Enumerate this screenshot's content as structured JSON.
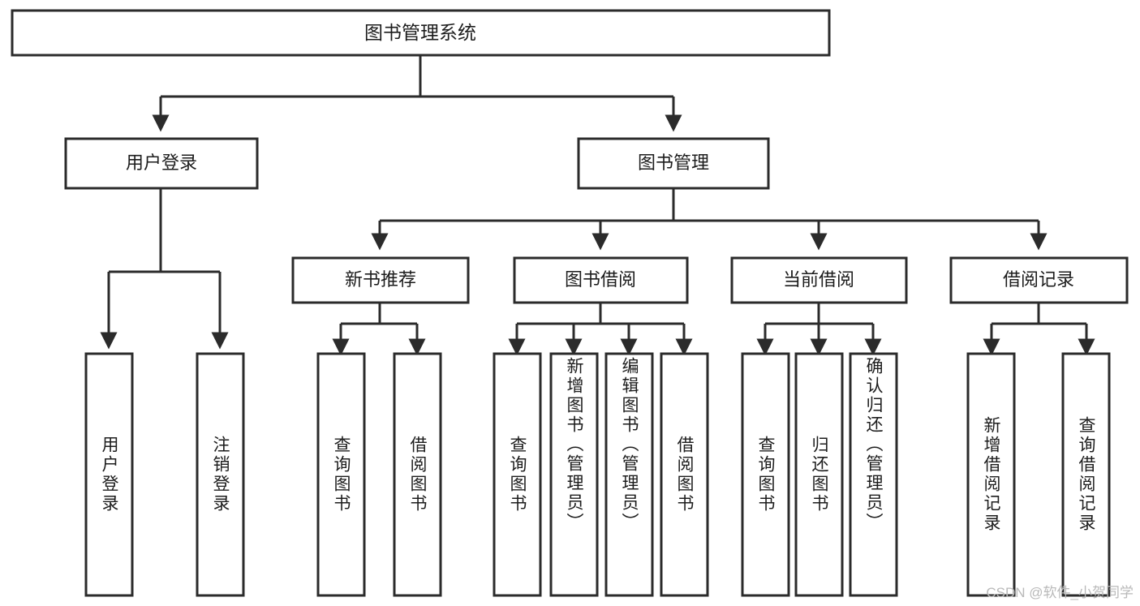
{
  "diagram": {
    "type": "tree",
    "title": "图书管理系统",
    "watermark": "CSDN @软件_小贺同学",
    "root": {
      "label": "图书管理系统"
    },
    "level2": [
      {
        "id": "user-login",
        "label": "用户登录"
      },
      {
        "id": "book-manage",
        "label": "图书管理"
      }
    ],
    "level3": [
      {
        "id": "new-book-recommend",
        "label": "新书推荐",
        "parent": "book-manage"
      },
      {
        "id": "book-borrow",
        "label": "图书借阅",
        "parent": "book-manage"
      },
      {
        "id": "current-borrow",
        "label": "当前借阅",
        "parent": "book-manage"
      },
      {
        "id": "borrow-record",
        "label": "借阅记录",
        "parent": "book-manage"
      }
    ],
    "leaves": [
      {
        "id": "leaf-1",
        "label": "用户登录",
        "parent": "user-login"
      },
      {
        "id": "leaf-2",
        "label": "注销登录",
        "parent": "user-login"
      },
      {
        "id": "leaf-3",
        "label": "查询图书",
        "parent": "new-book-recommend"
      },
      {
        "id": "leaf-4",
        "label": "借阅图书",
        "parent": "new-book-recommend"
      },
      {
        "id": "leaf-5",
        "label": "查询图书",
        "parent": "book-borrow"
      },
      {
        "id": "leaf-6",
        "label": "新增图书（管理员）",
        "parent": "book-borrow"
      },
      {
        "id": "leaf-7",
        "label": "编辑图书（管理员）",
        "parent": "book-borrow"
      },
      {
        "id": "leaf-8",
        "label": "借阅图书",
        "parent": "book-borrow"
      },
      {
        "id": "leaf-9",
        "label": "查询图书",
        "parent": "current-borrow"
      },
      {
        "id": "leaf-10",
        "label": "归还图书",
        "parent": "current-borrow"
      },
      {
        "id": "leaf-11",
        "label": "确认归还（管理员）",
        "parent": "current-borrow"
      },
      {
        "id": "leaf-12",
        "label": "新增借阅记录",
        "parent": "borrow-record"
      },
      {
        "id": "leaf-13",
        "label": "查询借阅记录",
        "parent": "borrow-record"
      }
    ],
    "colors": {
      "stroke": "#2b2b2b",
      "fill": "#ffffff",
      "text": "#1c1c1c",
      "watermark": "#b9b9b9"
    }
  }
}
